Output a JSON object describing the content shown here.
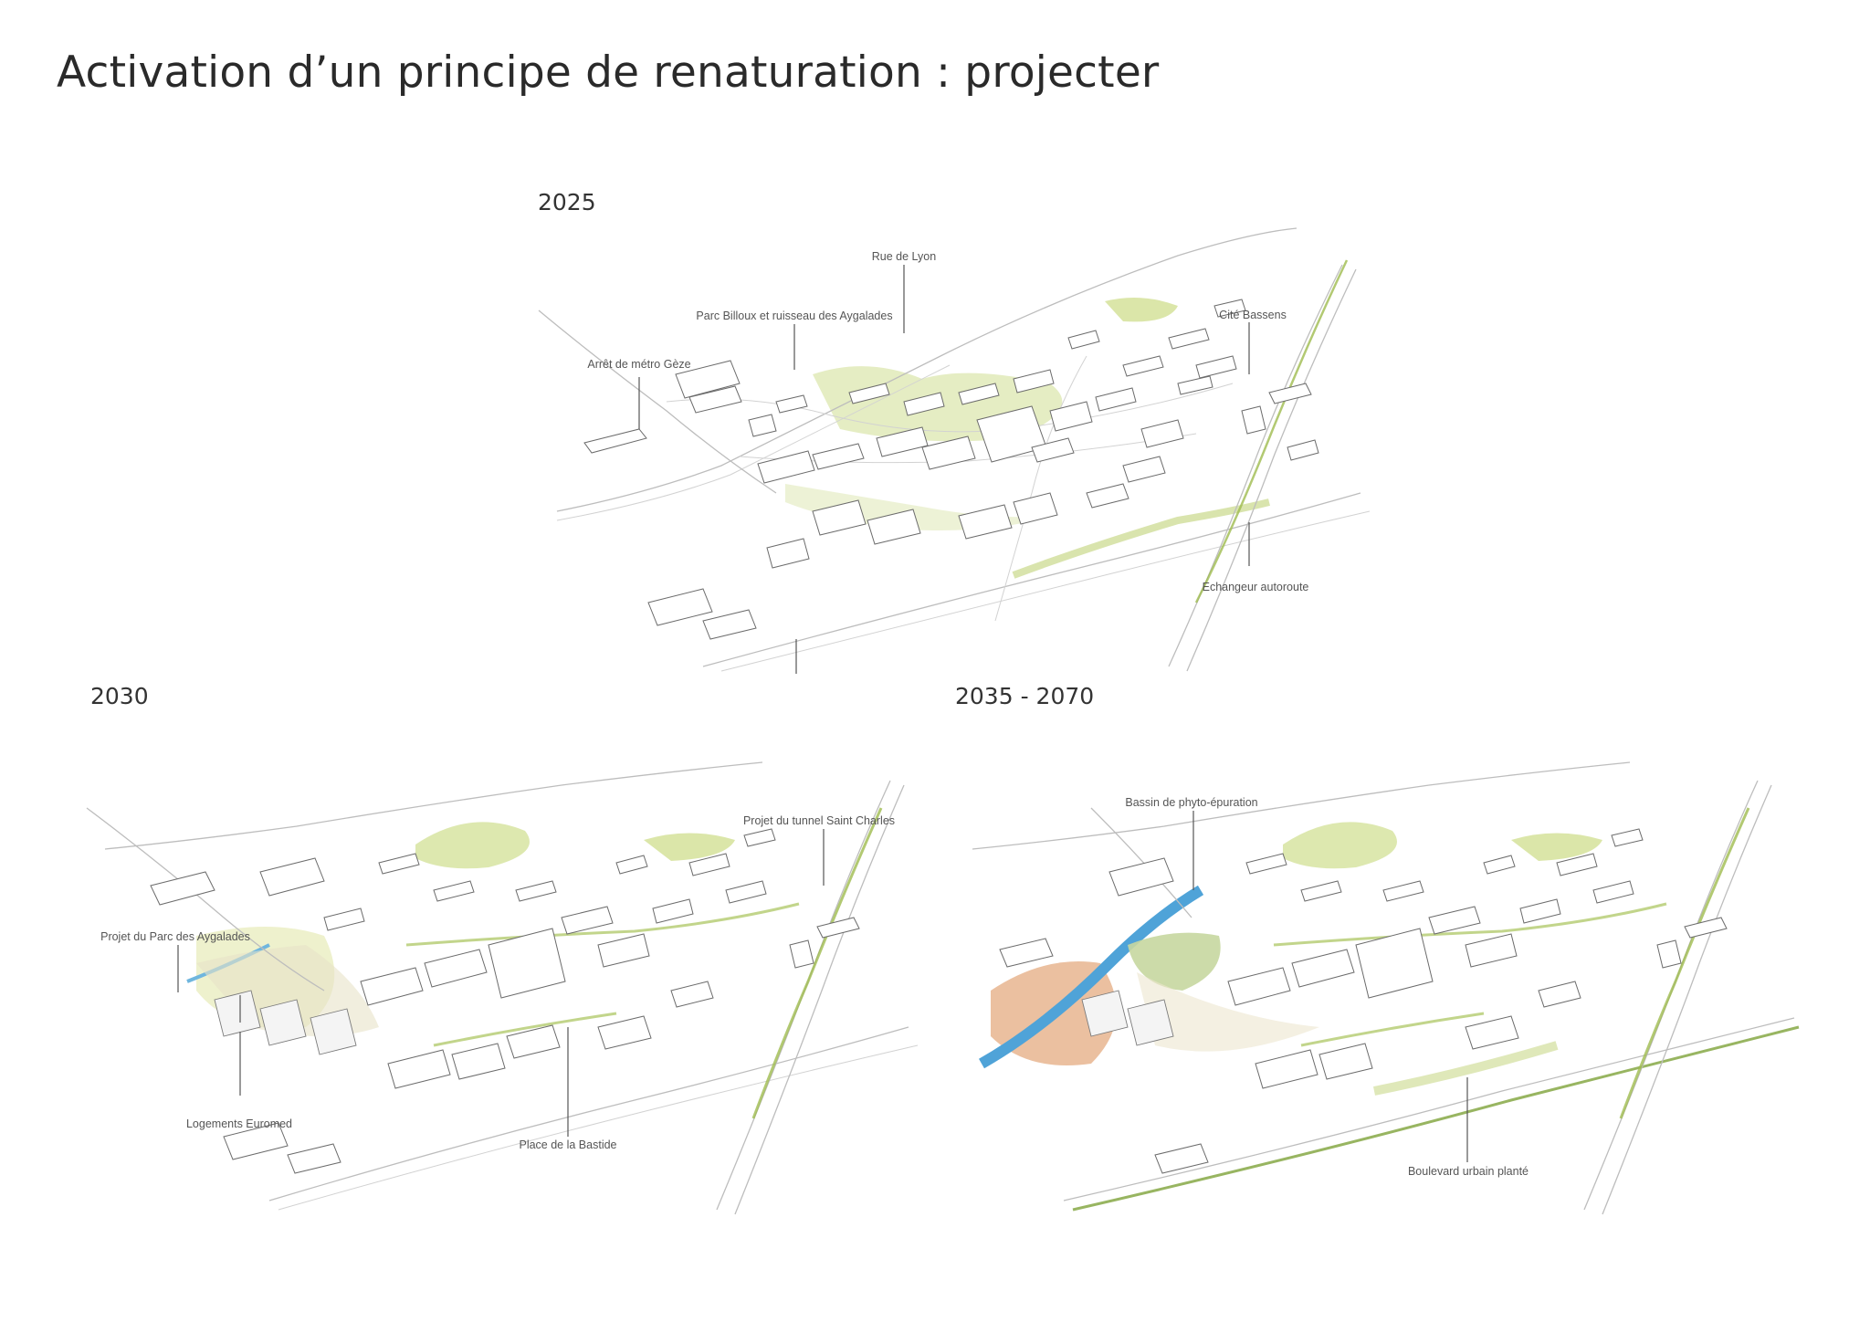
{
  "title": "Activation d’un principe de renaturation : projecter",
  "panels": {
    "p2025": {
      "year": "2025",
      "labels": {
        "rue_lyon": "Rue de Lyon",
        "parc_billoux": "Parc Billoux et ruisseau des Aygalades",
        "cite_bassens": "Cité Bassens",
        "arret_metro": "Arrêt de métro Gèze",
        "echangeur": "Echangeur autoroute"
      }
    },
    "p2030": {
      "year": "2030",
      "labels": {
        "tunnel": "Projet du tunnel Saint Charles",
        "parc_aygalades": "Projet du Parc des Aygalades",
        "logements": "Logements Euromed",
        "place_bastide": "Place de la Bastide"
      }
    },
    "p2035": {
      "year": "2035 - 2070",
      "labels": {
        "bassin": "Bassin de phyto-épuration",
        "boulevard": "Boulevard urbain planté"
      }
    }
  },
  "colors": {
    "vegetation": "#c9d98a",
    "vegetation_dark": "#8fae3f",
    "water": "#4fa3d8",
    "autumn_trees": "#e0a27a",
    "building_stroke": "#6b6b6b"
  }
}
